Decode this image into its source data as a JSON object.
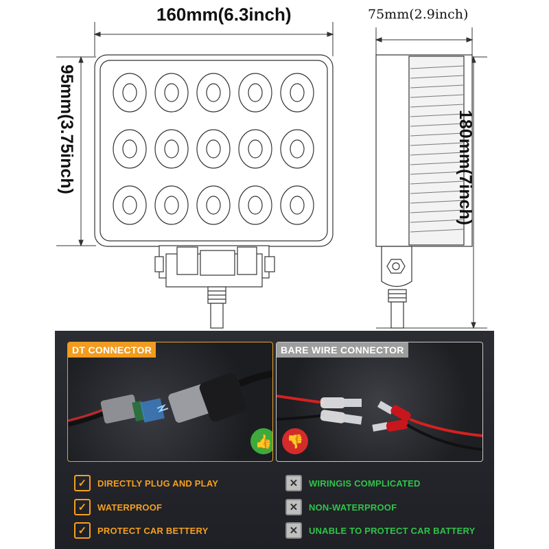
{
  "dimensions": {
    "width_label": "160mm(6.3inch)",
    "depth_label": "75mm(2.9inch)",
    "height_label": "95mm(3.75inch)",
    "total_height_label": "180mm(7inch)"
  },
  "comparison": {
    "left_panel": {
      "title": "DT CONNECTOR",
      "badge_icon": "thumbs-up-icon"
    },
    "right_panel": {
      "title": "BARE WIRE CONNECTOR",
      "badge_icon": "thumbs-down-icon"
    },
    "pros": [
      "DIRECTLY PLUG AND PLAY",
      "WATERPROOF",
      "PROTECT CAR BETTERY"
    ],
    "cons": [
      "WIRINGIS COMPLICATED",
      "NON-WATERPROOF",
      "UNABLE TO PROTECT CAR BATTERY"
    ],
    "colors": {
      "accent": "#f39b1e",
      "pro_text": "#f5a020",
      "con_text": "#2fc44a",
      "good": "#3eaa3b",
      "bad": "#d52b2b"
    }
  }
}
